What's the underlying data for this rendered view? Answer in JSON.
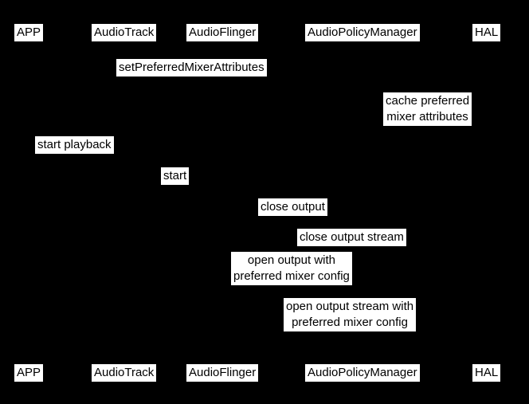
{
  "colors": {
    "background": "#000000",
    "label_background": "#ffffff",
    "label_text": "#000000"
  },
  "diagram": {
    "type": "sequence-diagram",
    "participants": [
      {
        "name": "APP"
      },
      {
        "name": "AudioTrack"
      },
      {
        "name": "AudioFlinger"
      },
      {
        "name": "AudioPolicyManager"
      },
      {
        "name": "HAL"
      }
    ],
    "messages": [
      {
        "label": "setPreferredMixerAttributes"
      },
      {
        "label": "cache preferred\nmixer attributes"
      },
      {
        "label": "start playback"
      },
      {
        "label": "start"
      },
      {
        "label": "close output"
      },
      {
        "label": "close output stream"
      },
      {
        "label": "open output with\npreferred mixer config"
      },
      {
        "label": "open output stream with\npreferred mixer config"
      }
    ]
  }
}
